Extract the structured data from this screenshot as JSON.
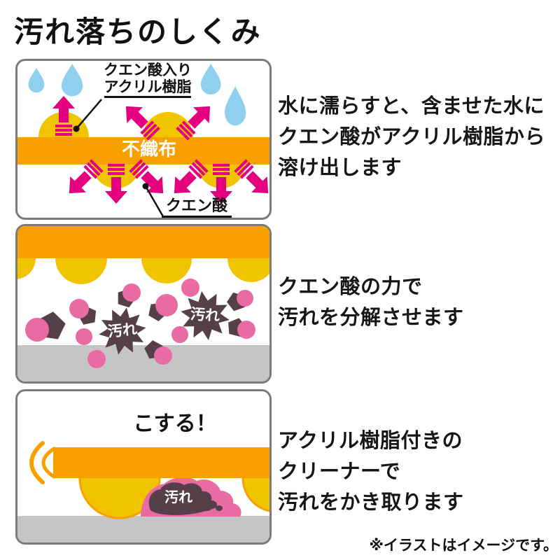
{
  "title": "汚れ落ちのしくみ",
  "footnote": "※イラストはイメージです。",
  "colors": {
    "orange": "#F8A000",
    "yellow": "#F1C400",
    "magenta": "#E4007F",
    "blue": "#8FD0EF",
    "dark": "#554049",
    "pink": "#E96BA3",
    "floor": "#C5C5C5",
    "border": "#7B7B7B",
    "ink": "#1A1A1A"
  },
  "panel1": {
    "label_resin_line1": "クエン酸入り",
    "label_resin_line2": "アクリル樹脂",
    "label_fabric": "不織布",
    "label_acid": "クエン酸",
    "caption": [
      "水に濡らすと、含ませた水に",
      "クエン酸がアクリル樹脂から",
      "溶け出します"
    ]
  },
  "panel2": {
    "label_dirt": "汚れ",
    "caption": [
      "クエン酸の力で",
      "汚れを分解させます"
    ]
  },
  "panel3": {
    "label_scrub": "こする！",
    "label_dirt": "汚れ",
    "caption": [
      "アクリル樹脂付きの",
      "クリーナーで",
      "汚れをかき取ります"
    ]
  }
}
